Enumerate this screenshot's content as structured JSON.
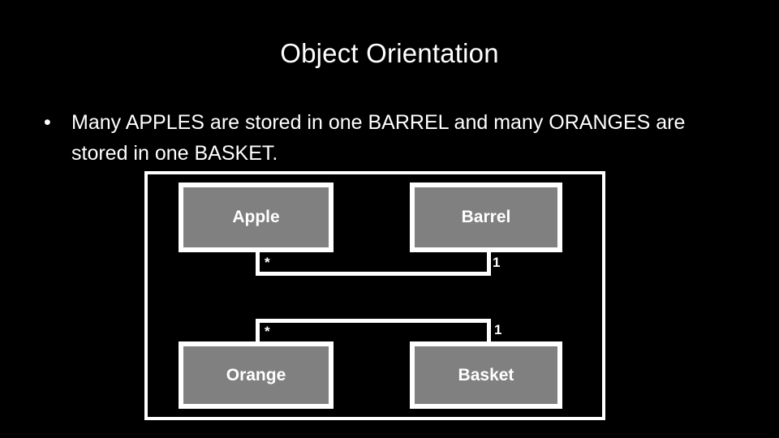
{
  "slide": {
    "title": "Object Orientation",
    "background_color": "#000000",
    "text_color": "#ffffff"
  },
  "body": {
    "bullets": [
      {
        "marker": "•",
        "text": "Many APPLES are stored in one BARREL and many ORANGES are stored in one BASKET."
      }
    ]
  },
  "diagram": {
    "type": "uml-class-association",
    "frame_border_color": "#ffffff",
    "box_fill_color": "#808080",
    "box_border_color": "#ffffff",
    "classes": [
      {
        "id": "apple",
        "label": "Apple"
      },
      {
        "id": "barrel",
        "label": "Barrel"
      },
      {
        "id": "orange",
        "label": "Orange"
      },
      {
        "id": "basket",
        "label": "Basket"
      }
    ],
    "associations": [
      {
        "id": "apple-barrel",
        "from": "apple",
        "to": "barrel",
        "from_multiplicity": "*",
        "to_multiplicity": "1"
      },
      {
        "id": "orange-basket",
        "from": "orange",
        "to": "basket",
        "from_multiplicity": "*",
        "to_multiplicity": "1"
      }
    ]
  }
}
